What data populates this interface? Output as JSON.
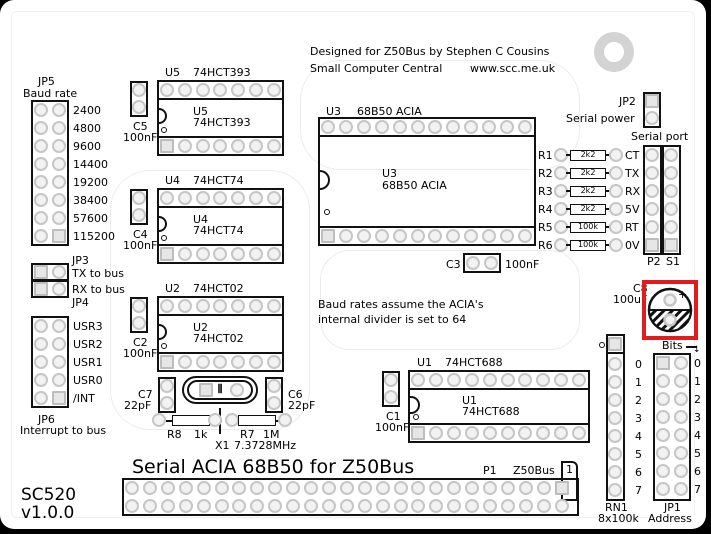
{
  "board": {
    "name": "SC520",
    "version": "v1.0.0",
    "title": "Serial ACIA 68B50 for Z50Bus",
    "credits_line1": "Designed for Z50Bus by Stephen C Cousins",
    "credits_line2": "Small Computer Central",
    "website": "www.scc.me.uk",
    "note_line1": "Baud rates assume the ACIA's",
    "note_line2": "internal divider is set to 64",
    "highlight_color": "#e01c1c"
  },
  "jp5": {
    "ref": "JP5",
    "desc": "Baud rate",
    "rates": [
      "2400",
      "4800",
      "9600",
      "14400",
      "19200",
      "38400",
      "57600",
      "115200"
    ]
  },
  "jp3": {
    "ref": "JP3",
    "desc": "TX to bus"
  },
  "jp4": {
    "ref": "JP4",
    "desc": "RX to bus"
  },
  "jp6": {
    "ref": "JP6",
    "desc": "Interrupt to bus",
    "lines": [
      "USR3",
      "USR2",
      "USR1",
      "USR0",
      "/INT"
    ]
  },
  "chips": {
    "u5": {
      "ref": "U5",
      "part": "74HCT393"
    },
    "u4": {
      "ref": "U4",
      "part": "74HCT74"
    },
    "u2": {
      "ref": "U2",
      "part": "74HCT02"
    },
    "u3": {
      "ref": "U3",
      "part": "68B50 ACIA"
    },
    "u1": {
      "ref": "U1",
      "part": "74HCT688"
    }
  },
  "caps": {
    "c5": {
      "ref": "C5",
      "value": "100nF"
    },
    "c4": {
      "ref": "C4",
      "value": "100nF"
    },
    "c2": {
      "ref": "C2",
      "value": "100nF"
    },
    "c3": {
      "ref": "C3",
      "value": "100nF"
    },
    "c1": {
      "ref": "C1",
      "value": "100nF"
    },
    "c7": {
      "ref": "C7",
      "value": "22pF"
    },
    "c6": {
      "ref": "C6",
      "value": "22pF"
    },
    "c8": {
      "ref": "C8",
      "value": "100uF"
    }
  },
  "crystal": {
    "ref": "X1",
    "value": "7.3728MHz"
  },
  "r8": {
    "ref": "R8",
    "value": "1k"
  },
  "r7": {
    "ref": "R7",
    "value": "1M"
  },
  "serial_resistors": [
    {
      "ref": "R1",
      "value": "2k2",
      "signal": "CT"
    },
    {
      "ref": "R2",
      "value": "2k2",
      "signal": "TX"
    },
    {
      "ref": "R3",
      "value": "2k2",
      "signal": "RX"
    },
    {
      "ref": "R4",
      "value": "2k2",
      "signal": "5V"
    },
    {
      "ref": "R5",
      "value": "100k",
      "signal": "RT"
    },
    {
      "ref": "R6",
      "value": "100k",
      "signal": "0V"
    }
  ],
  "jp2": {
    "ref": "JP2",
    "desc": "Serial power"
  },
  "serial_port": {
    "title": "Serial port",
    "p2": "P2",
    "s1": "S1"
  },
  "rn1": {
    "ref": "RN1",
    "value": "8x100k",
    "bits": [
      "0",
      "1",
      "2",
      "3",
      "4",
      "5",
      "6",
      "7"
    ]
  },
  "jp1": {
    "ref": "JP1",
    "desc": "Address",
    "bits_label": "Bits",
    "bits": [
      "0",
      "1",
      "2",
      "3",
      "4",
      "5",
      "6",
      "7"
    ]
  },
  "p1": {
    "ref": "P1",
    "bus": "Z50Bus",
    "pin1": "1"
  }
}
